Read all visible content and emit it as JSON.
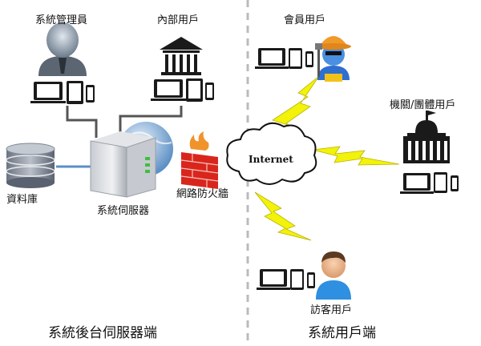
{
  "labels": {
    "sys_admin": "系統管理員",
    "internal_user": "內部用戶",
    "database": "資料庫",
    "server": "系統伺服器",
    "firewall": "網路防火牆",
    "internet": "Internet",
    "member_user": "會員用戶",
    "org_user": "機關/團體用戶",
    "guest_user": "訪客用戶",
    "backend_section": "系統後台伺服器端",
    "client_section": "系統用戶端"
  },
  "colors": {
    "lightning": "#f2f20a",
    "connector": "#5b8fc8",
    "divider": "#bbbbbb",
    "device": "#1a1a1a",
    "firewall": "#d9261c"
  }
}
